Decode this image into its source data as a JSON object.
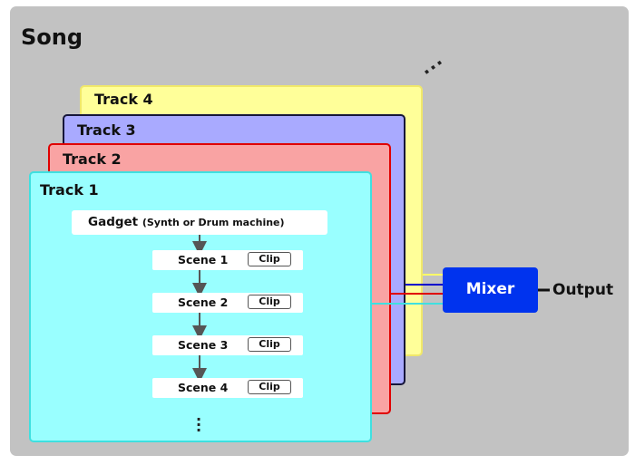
{
  "song": {
    "title": "Song"
  },
  "tracks": [
    {
      "label": "Track 4"
    },
    {
      "label": "Track 3"
    },
    {
      "label": "Track 2"
    },
    {
      "label": "Track 1"
    }
  ],
  "gadget": {
    "label": "Gadget",
    "sublabel": "(Synth or Drum machine)"
  },
  "scenes": [
    {
      "label": "Scene 1",
      "clip": "Clip"
    },
    {
      "label": "Scene 2",
      "clip": "Clip"
    },
    {
      "label": "Scene 3",
      "clip": "Clip"
    },
    {
      "label": "Scene 4",
      "clip": "Clip"
    }
  ],
  "mixer": {
    "label": "Mixer"
  },
  "output": {
    "label": "Output"
  },
  "colors": {
    "song_bg": "#c2c2c2",
    "track4": "#ffff99",
    "track3": "#a9aaff",
    "track2": "#f9a3a3",
    "track1": "#99ffff",
    "mixer": "#0033ee"
  }
}
